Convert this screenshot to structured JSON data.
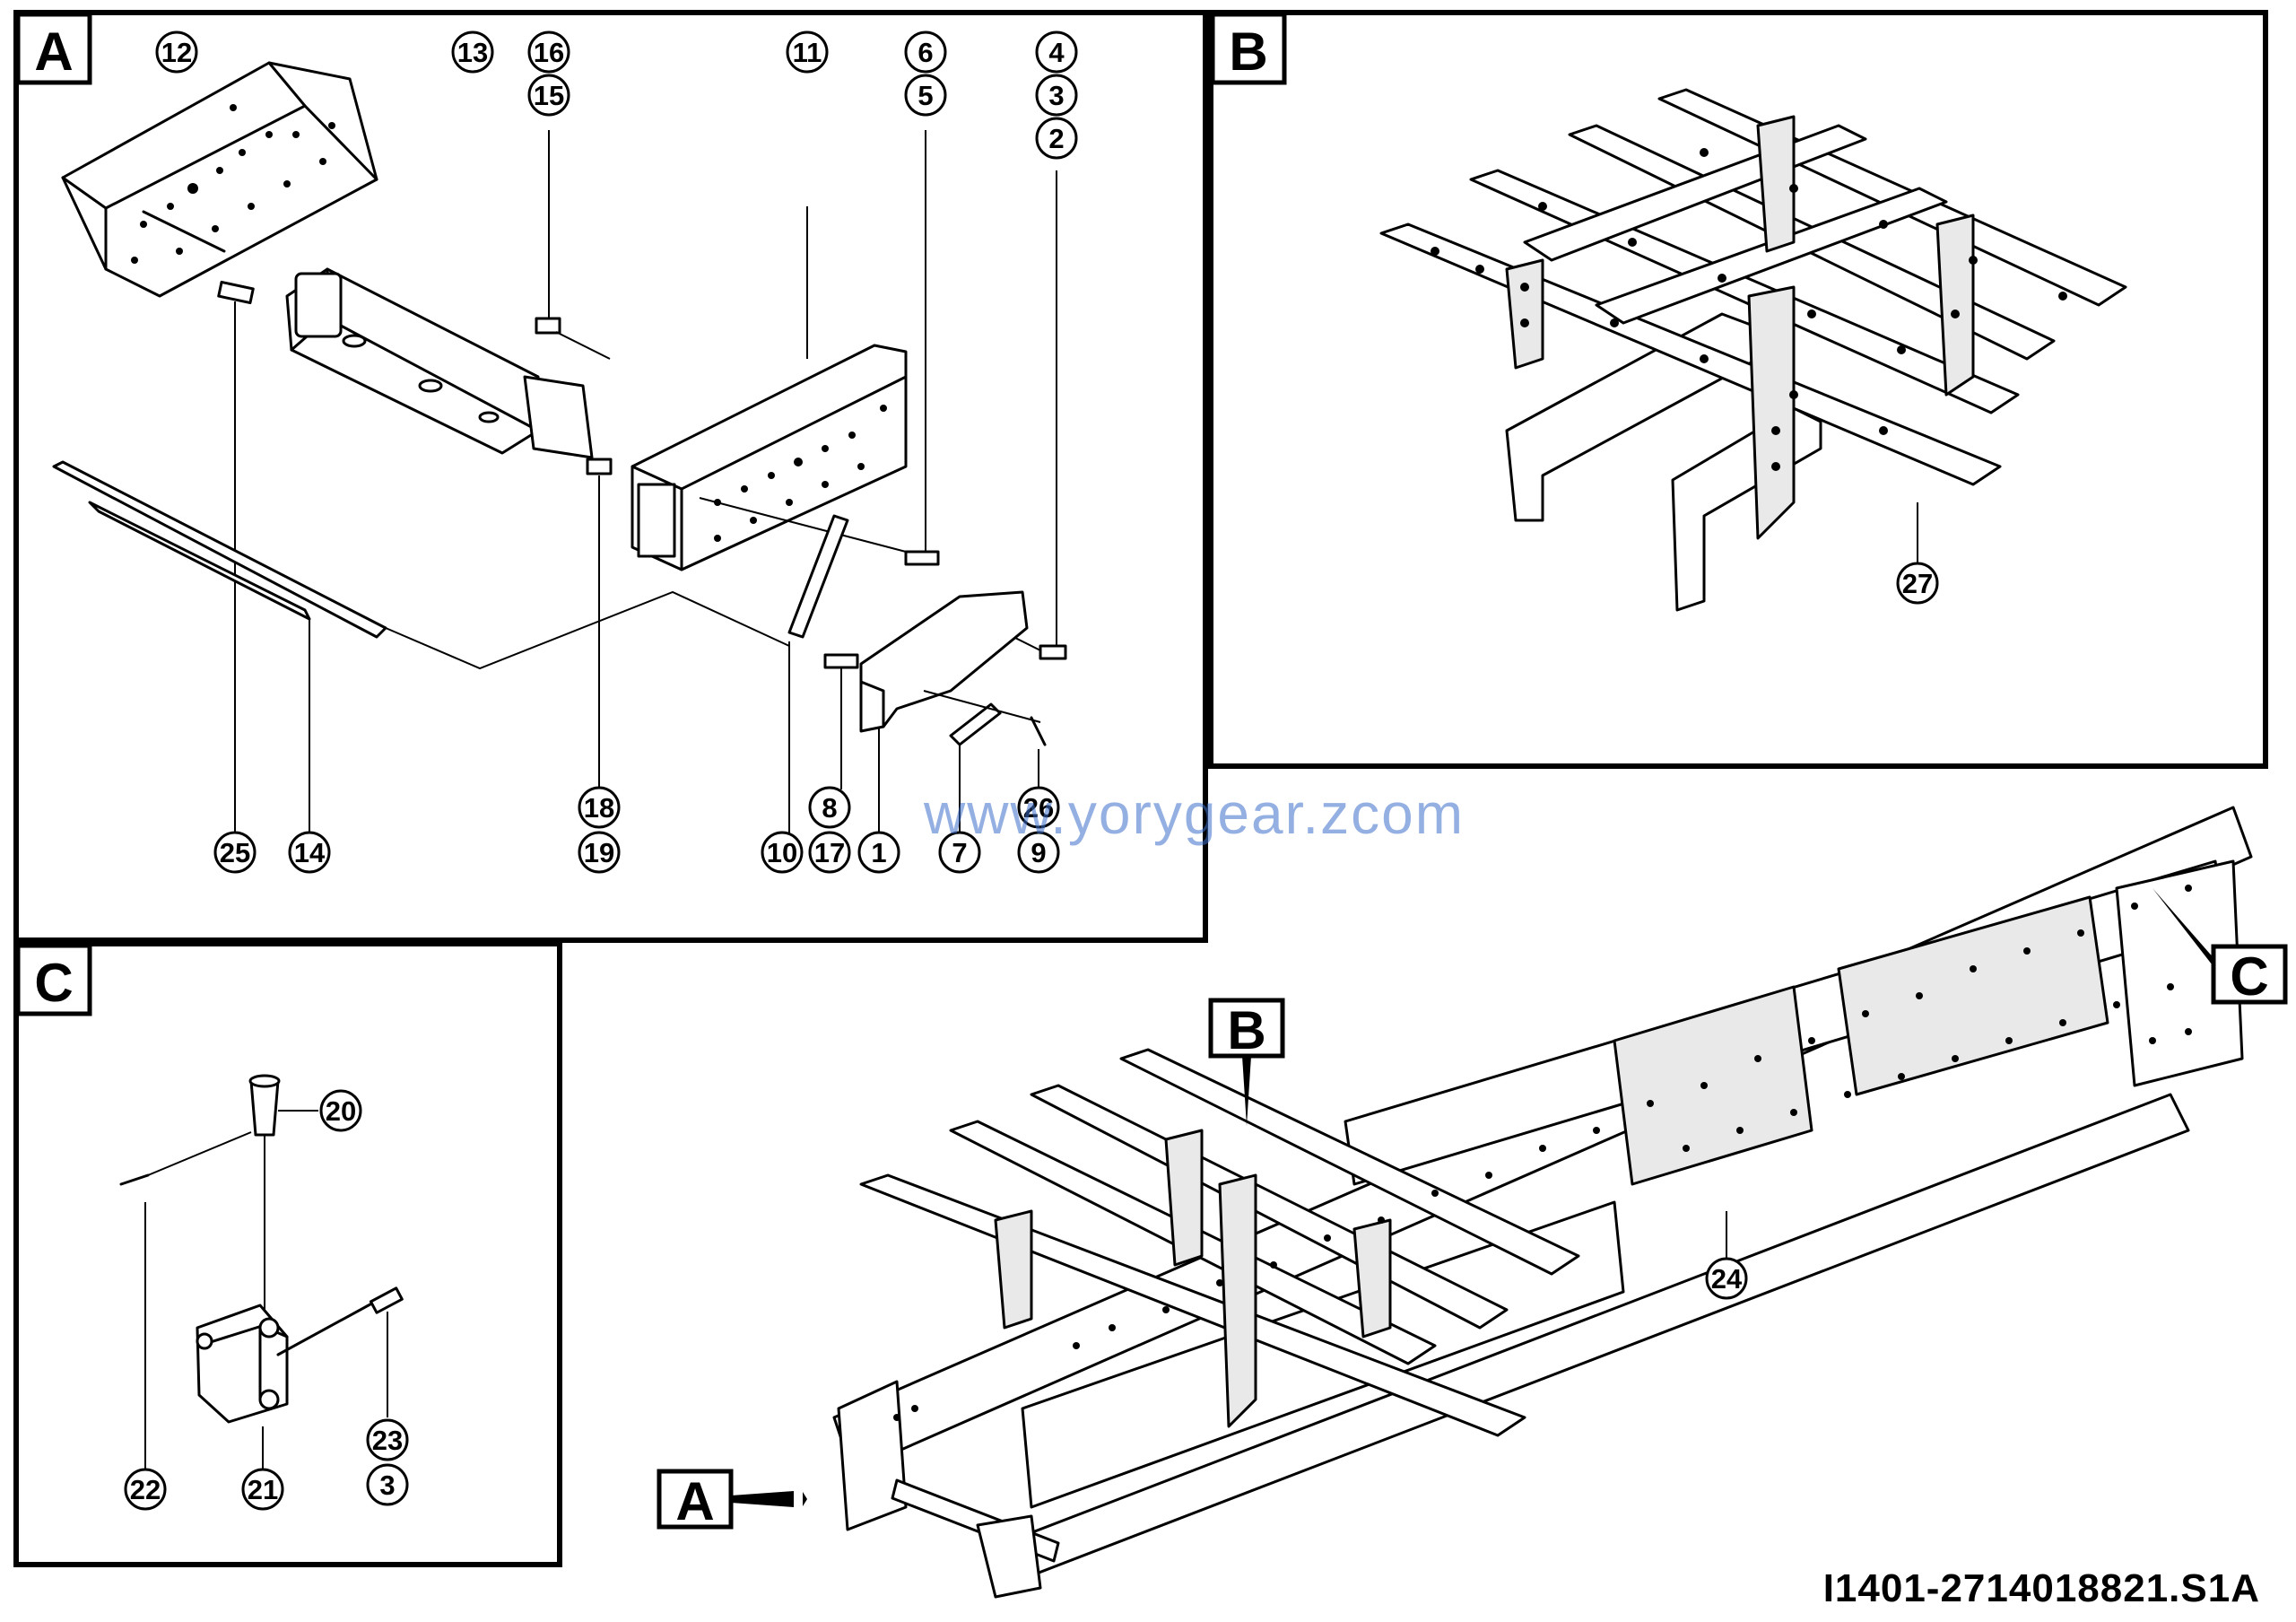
{
  "drawing_id": "I1401-2714018821.S1A",
  "watermark": "www.yorygear.zcom",
  "panels": {
    "A": {
      "label": "A"
    },
    "B": {
      "label": "B"
    },
    "C": {
      "label": "C"
    }
  },
  "main_view_markers": [
    {
      "label": "A"
    },
    {
      "label": "B"
    },
    {
      "label": "C"
    }
  ],
  "callouts_panel_a": [
    "12",
    "13",
    "16",
    "15",
    "11",
    "6",
    "5",
    "4",
    "3",
    "2",
    "25",
    "14",
    "18",
    "19",
    "10",
    "8",
    "17",
    "1",
    "7",
    "26",
    "9"
  ],
  "callouts_panel_b": [
    "27"
  ],
  "callouts_panel_c": [
    "20",
    "22",
    "21",
    "23",
    "3"
  ],
  "callouts_main": [
    "24"
  ]
}
